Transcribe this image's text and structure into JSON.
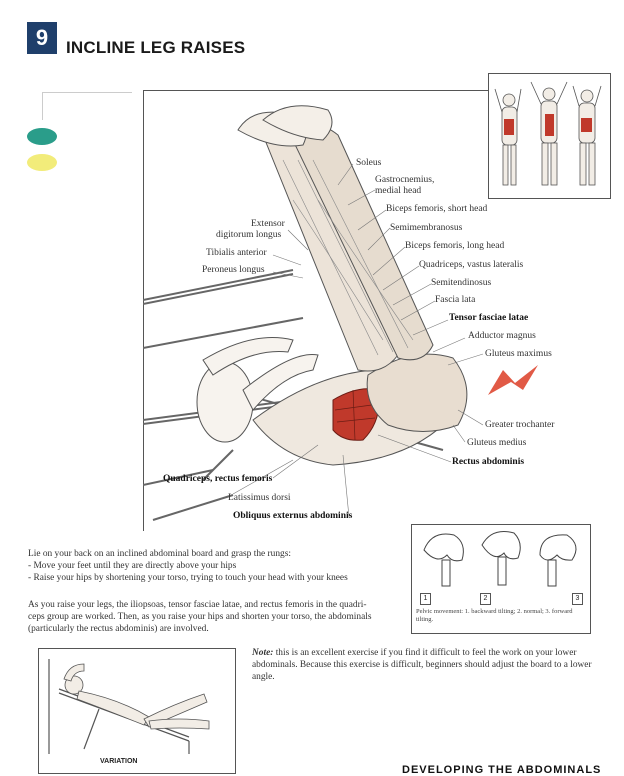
{
  "exercise": {
    "number": "9",
    "title": "INCLINE LEG RAISES"
  },
  "colors": {
    "header_box": "#1f3f6b",
    "dot_teal": "#2a9d8a",
    "dot_yellow": "#f2ec7a",
    "muscle_red": "#c0392b",
    "arrow_red": "#e15a46"
  },
  "muscle_labels": {
    "soleus": "Soleus",
    "gastrocnemius_line1": "Gastrocnemius,",
    "gastrocnemius_line2": "medial head",
    "biceps_short": "Biceps femoris, short head",
    "semimembranosus": "Semimembranosus",
    "biceps_long": "Biceps femoris, long head",
    "vastus_lateralis": "Quadriceps, vastus lateralis",
    "semitendinosus": "Semitendinosus",
    "fascia_lata": "Fascia lata",
    "tensor": "Tensor fasciae latae",
    "adductor": "Adductor magnus",
    "gluteus_max": "Gluteus maximus",
    "greater_trochanter": "Greater trochanter",
    "gluteus_med": "Gluteus medius",
    "rectus_abdominis": "Rectus abdominis",
    "extensor_line1": "Extensor",
    "extensor_line2": "digitorum longus",
    "tibialis": "Tibialis anterior",
    "peroneus": "Peroneus longus",
    "rectus_femoris": "Quadriceps, rectus femoris",
    "latissimus": "Latissimus dorsi",
    "obliquus": "Obliquus externus abdominis"
  },
  "instructions": {
    "intro": "Lie on your back on an inclined abdominal board and grasp the rungs:",
    "step1": "- Move your feet until they are directly above your hips",
    "step2": "- Raise your hips by shortening your torso, trying to touch your head with your knees",
    "para2_line1": "As you raise your legs, the iliopsoas, tensor fasciae latae, and rectus femoris in the quadri-",
    "para2_line2": "ceps group are worked. Then, as you raise your hips and shorten your torso, the abdominals",
    "para2_line3": "(particularly the rectus abdominis) are involved."
  },
  "pelvis_panel": {
    "nums": [
      "1",
      "2",
      "3"
    ],
    "caption": "Pelvic movement: 1. backward tilting; 2. normal; 3. forward tilting."
  },
  "note": {
    "label": "Note:",
    "text": " this is an excellent exercise if you find it difficult to feel the work on your lower abdominals. Because this exercise is difficult, beginners should adjust the board to a lower angle."
  },
  "variation": {
    "label": "VARIATION"
  },
  "footer": {
    "text": "DEVELOPING THE ABDOMINALS"
  }
}
